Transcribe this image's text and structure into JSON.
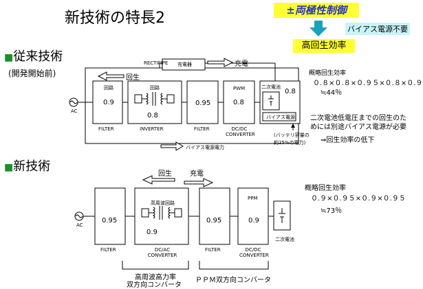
{
  "title": "新技術の特長2",
  "callout": {
    "top": "±両極性制御",
    "side": "バイアス電源不要",
    "result": "高回生効率"
  },
  "section_old": {
    "heading": "従来技術",
    "sub": "(開発開始前)"
  },
  "section_new": {
    "heading": "新技術"
  },
  "old_diagram": {
    "rectifier_label": "RECTIFIPE",
    "charger_label": "充電器",
    "charge_label": "充電",
    "regen_label": "回生",
    "ac_label": "AC",
    "blocks": [
      {
        "small": "回路",
        "value": "0.9",
        "bottom": "FILTER"
      },
      {
        "small": "回路",
        "value": "0.8",
        "bottom": "INVERTER"
      },
      {
        "small": "",
        "value": "0.95",
        "bottom": "FILTER"
      },
      {
        "small": "PWM",
        "value": "0.8",
        "bottom": "DC/DC CONVERTER"
      }
    ],
    "battery_box": {
      "small": "二次電池",
      "value": "0.8",
      "bias_label": "バイアス電源"
    },
    "bias_power": "バイアス電源電力",
    "battery_note1": "(バッテリ容量の",
    "battery_note2": "約25%の電力)"
  },
  "old_efficiency": {
    "heading": "概略回生効率",
    "formula": "０.８×０.８×０.９５×０.８×０.９",
    "result": "≒44％",
    "note1": "二次電池低電圧までの回生のた",
    "note2": "めには別途バイアス電源が必要",
    "note3": "⇒回生効率の低下"
  },
  "new_diagram": {
    "regen_label": "回生",
    "charge_label": "充電",
    "ac_label": "AC",
    "blocks": [
      {
        "small": "",
        "value": "0.95",
        "bottom": "FILTER"
      },
      {
        "small": "高周波回路",
        "value": "0.9",
        "bottom": "DC/AC CONVERTER"
      },
      {
        "small": "",
        "value": "0.95",
        "bottom": "FILTER"
      },
      {
        "small": "PPM",
        "value": "0.9",
        "bottom": "DC/DC CONVERTER"
      }
    ],
    "battery_label": "二次電池",
    "group1_line1": "高周波高力率",
    "group1_line2": "双方向コンバータ",
    "group2_line1": "ＰＰＭ双方向コンバータ"
  },
  "new_efficiency": {
    "heading": "概略回生効率",
    "formula": "０.９×０.９５×０.９×０.９５",
    "result": "≒73％"
  }
}
